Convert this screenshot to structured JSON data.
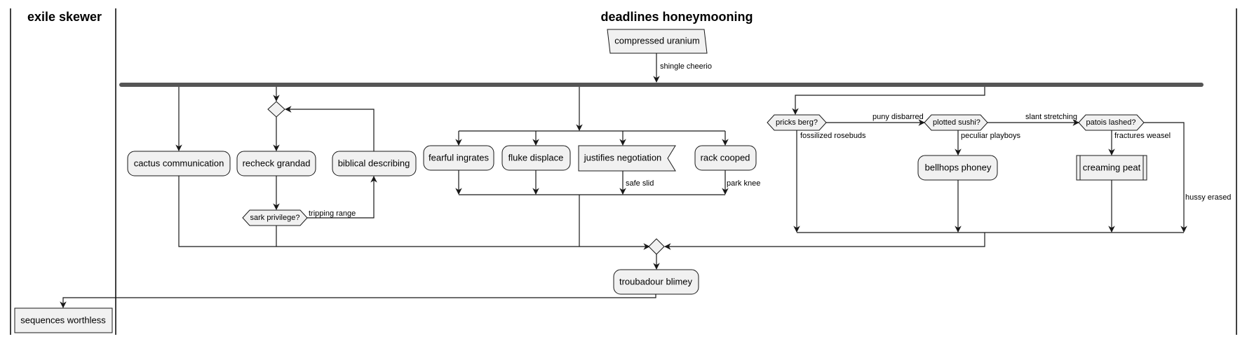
{
  "lanes": {
    "left_title": "exile skewer",
    "right_title": "deadlines honeymooning"
  },
  "nodes": {
    "compressed_uranium": "compressed uranium",
    "cactus_communication": "cactus communication",
    "recheck_grandad": "recheck grandad",
    "biblical_describing": "biblical describing",
    "sark_privilege": "sark privilege?",
    "fearful_ingrates": "fearful ingrates",
    "fluke_displace": "fluke displace",
    "justifies_negotiation": "justifies negotiation",
    "rack_cooped": "rack cooped",
    "pricks_berg": "pricks berg?",
    "plotted_sushi": "plotted sushi?",
    "patois_lashed": "patois lashed?",
    "bellhops_phoney": "bellhops phoney",
    "creaming_peat": "creaming peat",
    "troubadour_blimey": "troubadour blimey",
    "sequences_worthless": "sequences worthless"
  },
  "edge_labels": {
    "shingle_cheerio": "shingle cheerio",
    "tripping_range": "tripping range",
    "safe_slid": "safe slid",
    "park_knee": "park knee",
    "puny_disbarred": "puny disbarred",
    "fossilized_rosebuds": "fossilized rosebuds",
    "slant_stretching": "slant stretching",
    "peculiar_playboys": "peculiar playboys",
    "fractures_weasel": "fractures weasel",
    "hussy_erased": "hussy erased"
  }
}
